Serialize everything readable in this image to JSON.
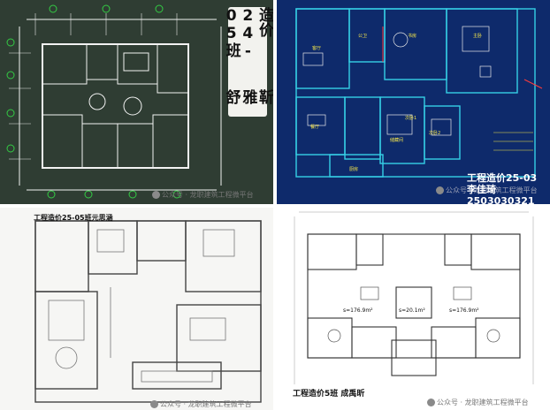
{
  "panels": {
    "p1": {
      "caption_line1": "造价24-05班",
      "caption_line2": "靳雅舒"
    },
    "p2": {
      "caption_line1": "工程造价25-03",
      "caption_line2": "李佳琦",
      "caption_line3": "2503030321",
      "rooms": [
        "客厅",
        "公卫",
        "书房",
        "主卧",
        "餐厅",
        "次卧1",
        "储藏间",
        "次卧2",
        "厨房"
      ]
    },
    "p3": {
      "caption": "工程造价25-05班元思涵"
    },
    "p4": {
      "caption": "工程造价5班 成禹昕",
      "areas": [
        "s=176.9m²",
        "s=20.1m²",
        "s=176.9m²"
      ]
    }
  },
  "watermark": "公众号 · 龙职建筑工程微平台",
  "colors": {
    "p1_bg": "#2f3d33",
    "p2_bg": "#0e2a6b",
    "cad_cyan": "#35d0e6",
    "cad_yellow": "#f5e64b"
  }
}
